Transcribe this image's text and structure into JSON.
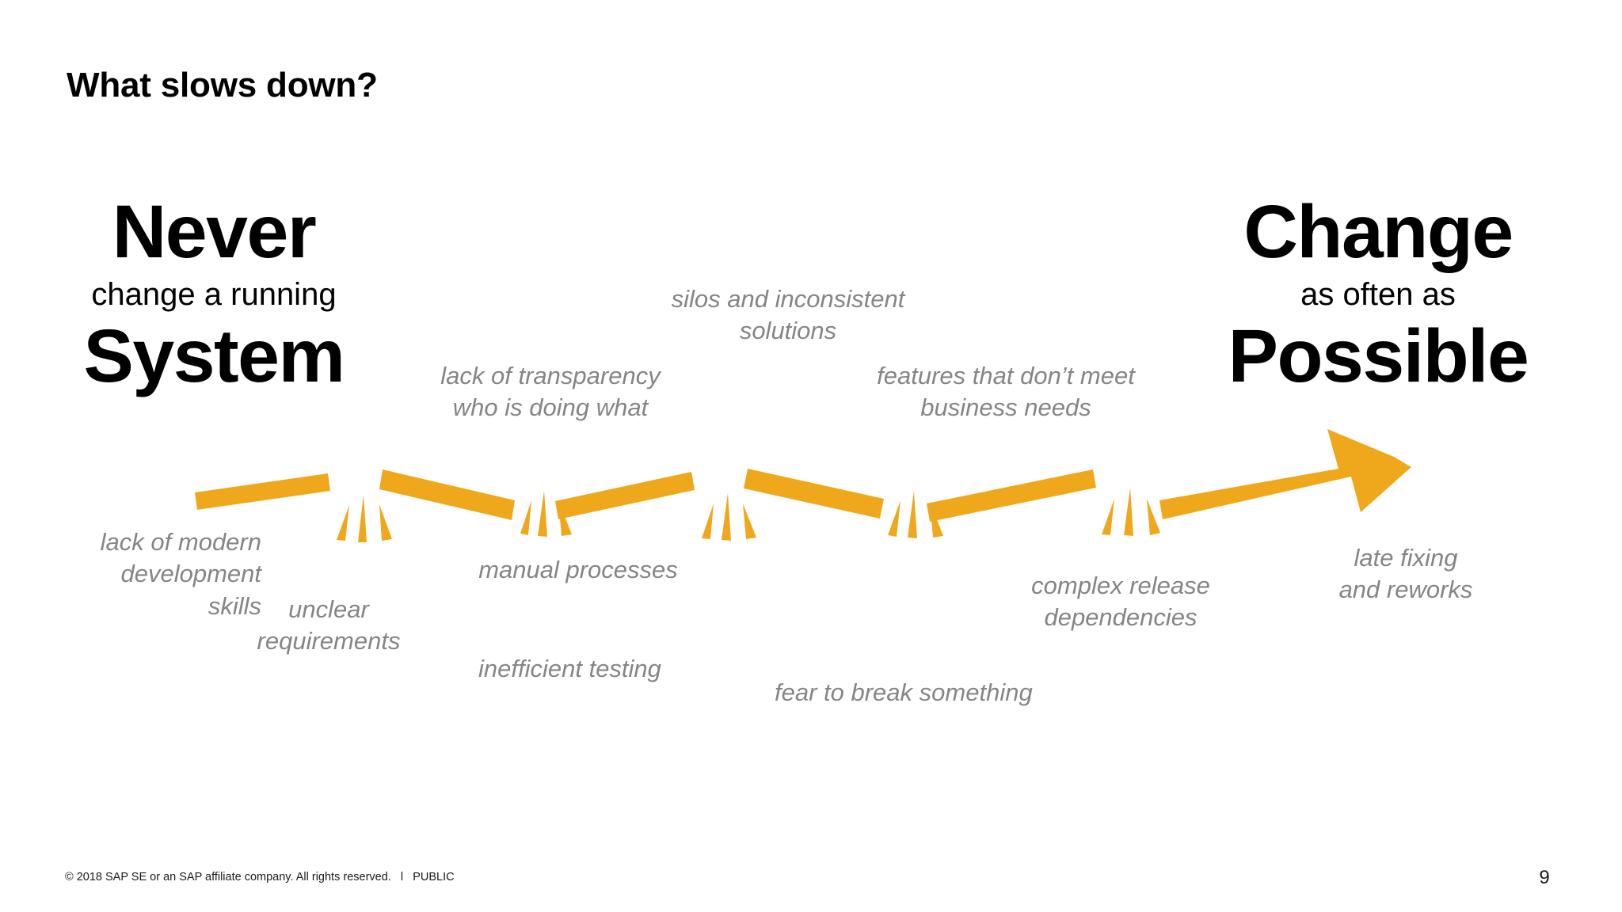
{
  "slide": {
    "title": "What slows down?",
    "page_number": "9",
    "footer": "© 2018 SAP SE or an SAP affiliate company. All rights reserved.   l   PUBLIC",
    "background_color": "#ffffff"
  },
  "poles": {
    "left": {
      "headline": "Never",
      "subline": "change a running",
      "tagline": "System"
    },
    "right": {
      "headline": "Change",
      "subline": "as often as",
      "tagline": "Possible"
    }
  },
  "notes": [
    {
      "id": "lack-of-modern-development-skills",
      "text": "lack of modern\ndevelopment\nskills"
    },
    {
      "id": "unclear-requirements",
      "text": "unclear\nrequirements"
    },
    {
      "id": "lack-of-transparency-who-is-doing-what",
      "text": "lack of transparency\nwho is doing what"
    },
    {
      "id": "inefficient-testing",
      "text": "inefficient testing"
    },
    {
      "id": "manual-processes",
      "text": "manual processes"
    },
    {
      "id": "silos-and-inconsistent-solutions",
      "text": "silos and inconsistent\nsolutions"
    },
    {
      "id": "fear-to-break-something",
      "text": "fear to break something"
    },
    {
      "id": "features-that-dont-meet-business-needs",
      "text": "features that don’t meet\nbusiness needs"
    },
    {
      "id": "complex-release-dependencies",
      "text": "complex release\ndependencies"
    },
    {
      "id": "late-fixing-and-reworks",
      "text": "late fixing\nand reworks"
    }
  ],
  "colors": {
    "arrow": "#EFA81C",
    "note_text": "#858585",
    "heading_text": "#000000"
  },
  "chart_data": {
    "type": "diagram",
    "title": "What slows down?",
    "description": "A broken zig-zag arrow travelling left to right from 'Never change a running System' to 'Change as often as Possible', with ten impediment labels annotating the fracture points.",
    "axis_from": "Never change a running System",
    "axis_to": "Change as often as Possible",
    "impediments": [
      "lack of modern development skills",
      "unclear requirements",
      "lack of transparency who is doing what",
      "inefficient testing",
      "manual processes",
      "silos and inconsistent solutions",
      "fear to break something",
      "features that don’t meet business needs",
      "complex release dependencies",
      "late fixing and reworks"
    ],
    "segment_count": 6,
    "break_count": 5
  }
}
